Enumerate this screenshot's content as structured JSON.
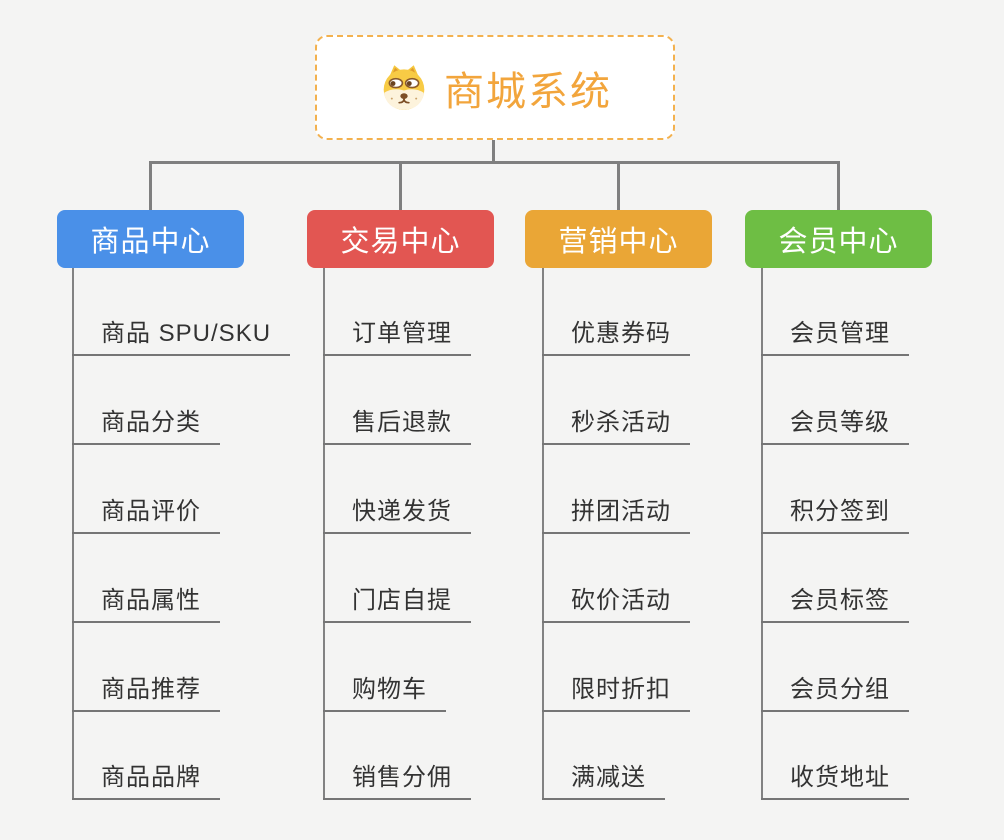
{
  "page": {
    "background": "#f4f4f3",
    "connector_color": "#7f7f7f"
  },
  "root": {
    "label": "商城系统",
    "text_color": "#f2a53c",
    "border_color": "#f3b14e",
    "icon": "shiba-dog-icon"
  },
  "branches": [
    {
      "label": "商品中心",
      "color": "#4a90e8",
      "children": [
        "商品 SPU/SKU",
        "商品分类",
        "商品评价",
        "商品属性",
        "商品推荐",
        "商品品牌"
      ]
    },
    {
      "label": "交易中心",
      "color": "#e25652",
      "children": [
        "订单管理",
        "售后退款",
        "快递发货",
        "门店自提",
        "购物车",
        "销售分佣"
      ]
    },
    {
      "label": "营销中心",
      "color": "#eaa636",
      "children": [
        "优惠券码",
        "秒杀活动",
        "拼团活动",
        "砍价活动",
        "限时折扣",
        "满减送"
      ]
    },
    {
      "label": "会员中心",
      "color": "#6ebe44",
      "children": [
        "会员管理",
        "会员等级",
        "积分签到",
        "会员标签",
        "会员分组",
        "收货地址"
      ]
    }
  ]
}
